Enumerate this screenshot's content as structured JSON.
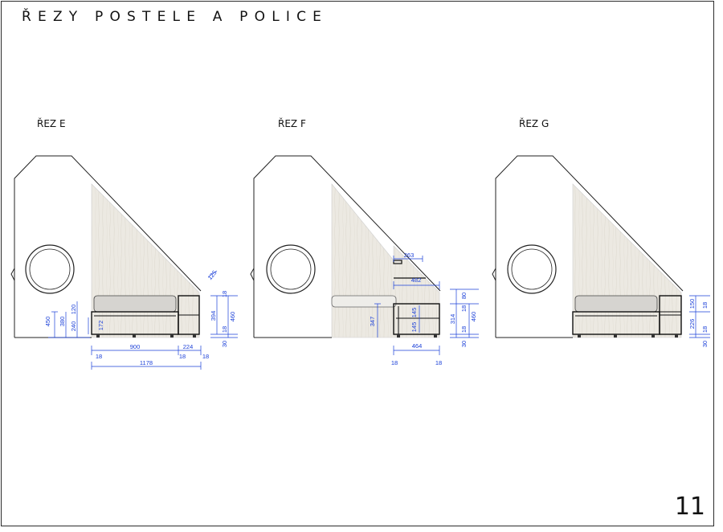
{
  "title": "ŘEZY POSTELE A POLICE",
  "page_number": "11",
  "sections": {
    "e": {
      "label": "ŘEZ  E",
      "dims": {
        "d125": "125",
        "d18a": "18",
        "d394": "394",
        "d460": "460",
        "d18b": "18",
        "d30": "30",
        "d450": "450",
        "d380": "380",
        "d120": "120",
        "d240": "240",
        "d172": "172",
        "d900": "900",
        "d224": "224",
        "d18c": "18",
        "d18d": "18",
        "d18e": "18",
        "d1178": "1178"
      }
    },
    "f": {
      "label": "ŘEZ  F",
      "dims": {
        "d263": "263",
        "d482": "482",
        "d80": "80",
        "d18a": "18",
        "d314": "314",
        "d460": "460",
        "d18b": "18",
        "d30": "30",
        "d347": "347",
        "d145a": "145",
        "d145b": "145",
        "d464": "464",
        "d18c": "18",
        "d18d": "18"
      }
    },
    "g": {
      "label": "ŘEZ  G",
      "dims": {
        "d150": "150",
        "d18a": "18",
        "d226": "226",
        "d18b": "18",
        "d30": "30"
      }
    }
  }
}
